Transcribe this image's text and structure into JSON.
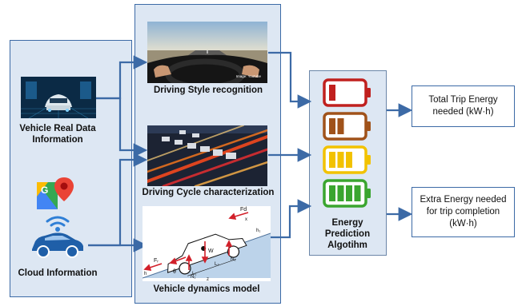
{
  "inputs": {
    "vehicle_label": "Vehicle Real Data Information",
    "cloud_label": "Cloud Information"
  },
  "modules": {
    "driving_style": "Driving Style recognition",
    "driving_cycle": "Driving Cycle characterization",
    "vehicle_dynamics": "Vehicle dynamics model",
    "photo_credit": "Image: Youtube"
  },
  "algorithm": {
    "label": "Energy Prediction Algotihm",
    "battery_colors": [
      "#c0201e",
      "#a0521a",
      "#f2c200",
      "#3aa52f"
    ],
    "battery_levels": [
      1,
      2,
      3,
      4
    ]
  },
  "outputs": {
    "total_energy": "Total Trip Energy needed (kW·h)",
    "extra_energy": "Extra Energy needed for trip completion (kW·h)"
  },
  "dynamics_symbols": {
    "fr": "Fᵣ",
    "fd": "Fd",
    "fr2": "Fᵣ",
    "w": "W",
    "theta": "θ",
    "l1": "L₁",
    "l2": "L₂",
    "n1": "N₁",
    "n2": "N₂",
    "h": "h",
    "h1": "h₁",
    "x": "x",
    "z": "z"
  }
}
